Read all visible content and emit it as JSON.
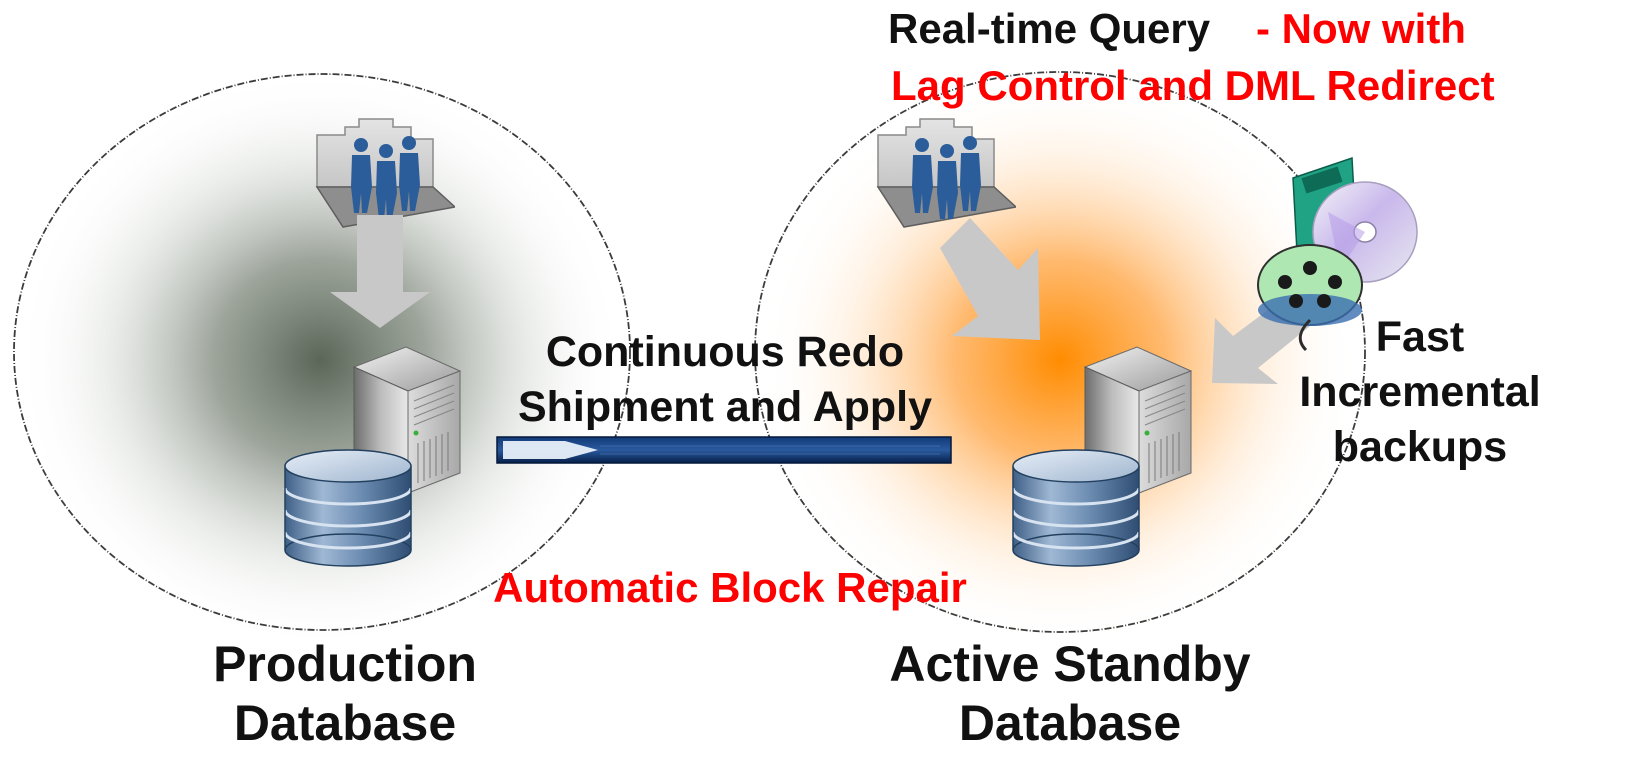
{
  "header": {
    "realtime_query": "Real-time Query",
    "now_with": "- Now with",
    "lag_control": "Lag Control and DML Redirect"
  },
  "redo": {
    "line1": "Continuous Redo",
    "line2": "Shipment and Apply"
  },
  "block_repair": "Automatic Block Repair",
  "backups": {
    "line1": "Fast",
    "line2": "Incremental",
    "line3": "backups"
  },
  "production": {
    "line1": "Production",
    "line2": "Database"
  },
  "standby": {
    "line1": "Active Standby",
    "line2": "Database"
  },
  "icons": [
    "users-icon",
    "server-icon",
    "database-icon",
    "backup-media-icon",
    "arrow-icon"
  ],
  "colors": {
    "emphasis_red": "#ff0000",
    "production_glow": "#5f6b5f",
    "standby_glow": "#ff8a00",
    "redo_pipe": "#0a2f6a"
  }
}
